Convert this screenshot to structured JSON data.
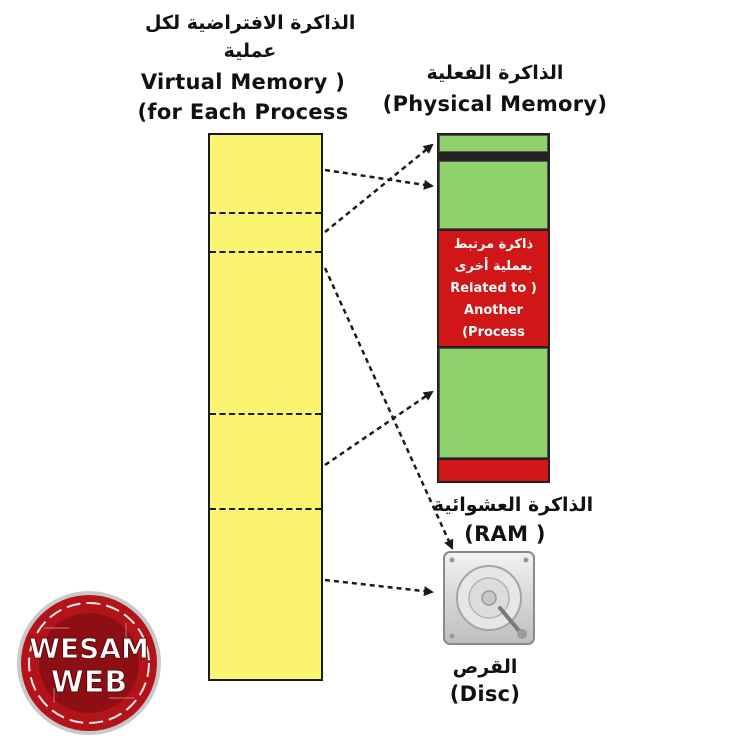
{
  "virtual_memory": {
    "title_ar_line1": "الذاكرة الافتراضية لكل",
    "title_ar_line2": "عملية",
    "title_en_line1": "Virtual Memory )",
    "title_en_line2": "(for Each Process"
  },
  "physical_memory": {
    "title_ar": "الذاكرة الفعلية",
    "title_en": "(Physical Memory)",
    "red_block_ar_line1": "ذاكرة مرتبط",
    "red_block_ar_line2": "بعملية أخرى",
    "red_block_en_line1": "Related to )",
    "red_block_en_line2": "Another",
    "red_block_en_line3": "(Process"
  },
  "ram": {
    "title_ar": "الذاكرة العشوائية",
    "title_en": "(RAM )"
  },
  "disc": {
    "title_ar": "القرص",
    "title_en": "(Disc)"
  },
  "logo": {
    "line1": "WESAM",
    "line2": "WEB"
  },
  "colors": {
    "virtual_memory_fill": "#fbf471",
    "physical_free_fill": "#8fd16a",
    "physical_used_fill": "#d01616",
    "logo_red": "#b3141a"
  }
}
